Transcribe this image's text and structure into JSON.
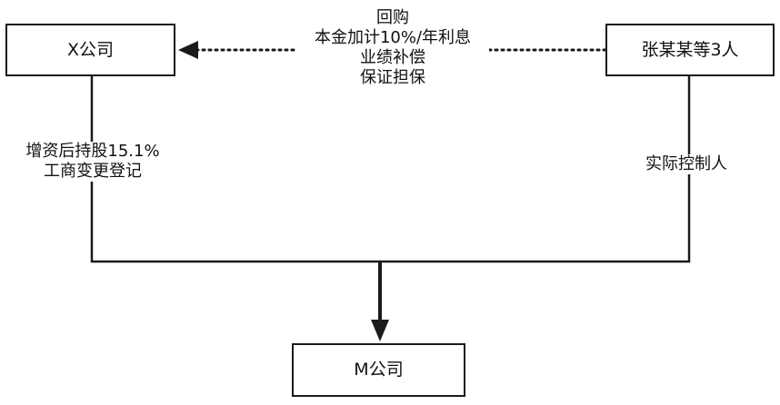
{
  "nodes": {
    "x_company": "X公司",
    "zhang_group": "张某某等3人",
    "m_company": "M公司"
  },
  "edges": {
    "repurchase": {
      "lines": [
        "回购",
        "本金加计10%/年利息",
        "业绩补偿",
        "保证担保"
      ]
    },
    "x_to_m": {
      "lines": [
        "增资后持股15.1%",
        "工商变更登记"
      ]
    },
    "zhang_to_m": {
      "lines": [
        "实际控制人"
      ]
    }
  },
  "colors": {
    "stroke": "#1a1a1a",
    "text": "#111111",
    "background": "#ffffff"
  }
}
